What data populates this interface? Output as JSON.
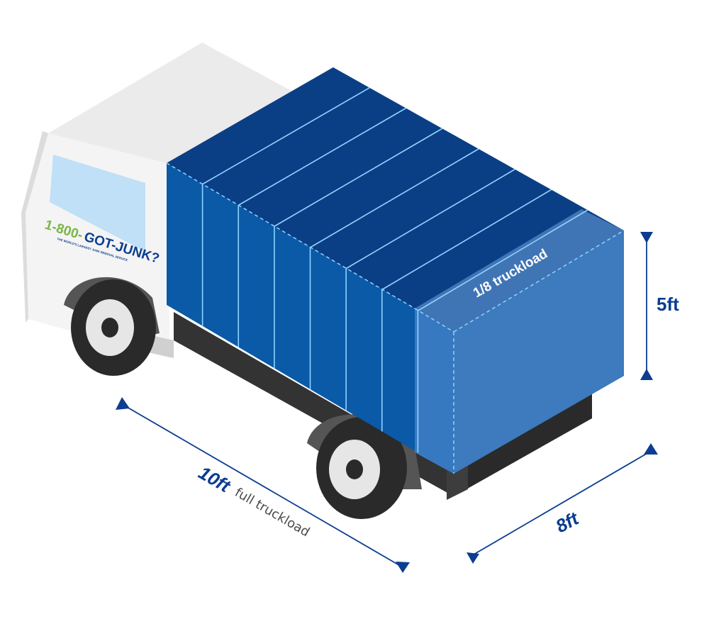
{
  "logo": {
    "number": "1-800-",
    "name": "GOT-JUNK?",
    "tagline": "THE WORLD'S LARGEST JUNK REMOVAL SERVICE",
    "colors": {
      "green": "#7ab648",
      "navy": "#0b3d91"
    }
  },
  "cargo": {
    "slice_label": "1/8 truckload",
    "slices_total": 8
  },
  "dimensions": {
    "length_value": "10ft",
    "length_caption": "full truckload",
    "width_value": "8ft",
    "height_value": "5ft"
  },
  "colors": {
    "cargo_front": "#0a5aa8",
    "cargo_top": "#0a3f86",
    "cargo_side": "#06337a",
    "slice_highlight": "#3f7dc0",
    "divider": "#8fd3ff",
    "dimension_line": "#0b3d91",
    "truck_body": "#f2f2f2",
    "window": "#bfe0f7",
    "tire": "#2a2a2a",
    "chassis": "#3a3a3a"
  }
}
